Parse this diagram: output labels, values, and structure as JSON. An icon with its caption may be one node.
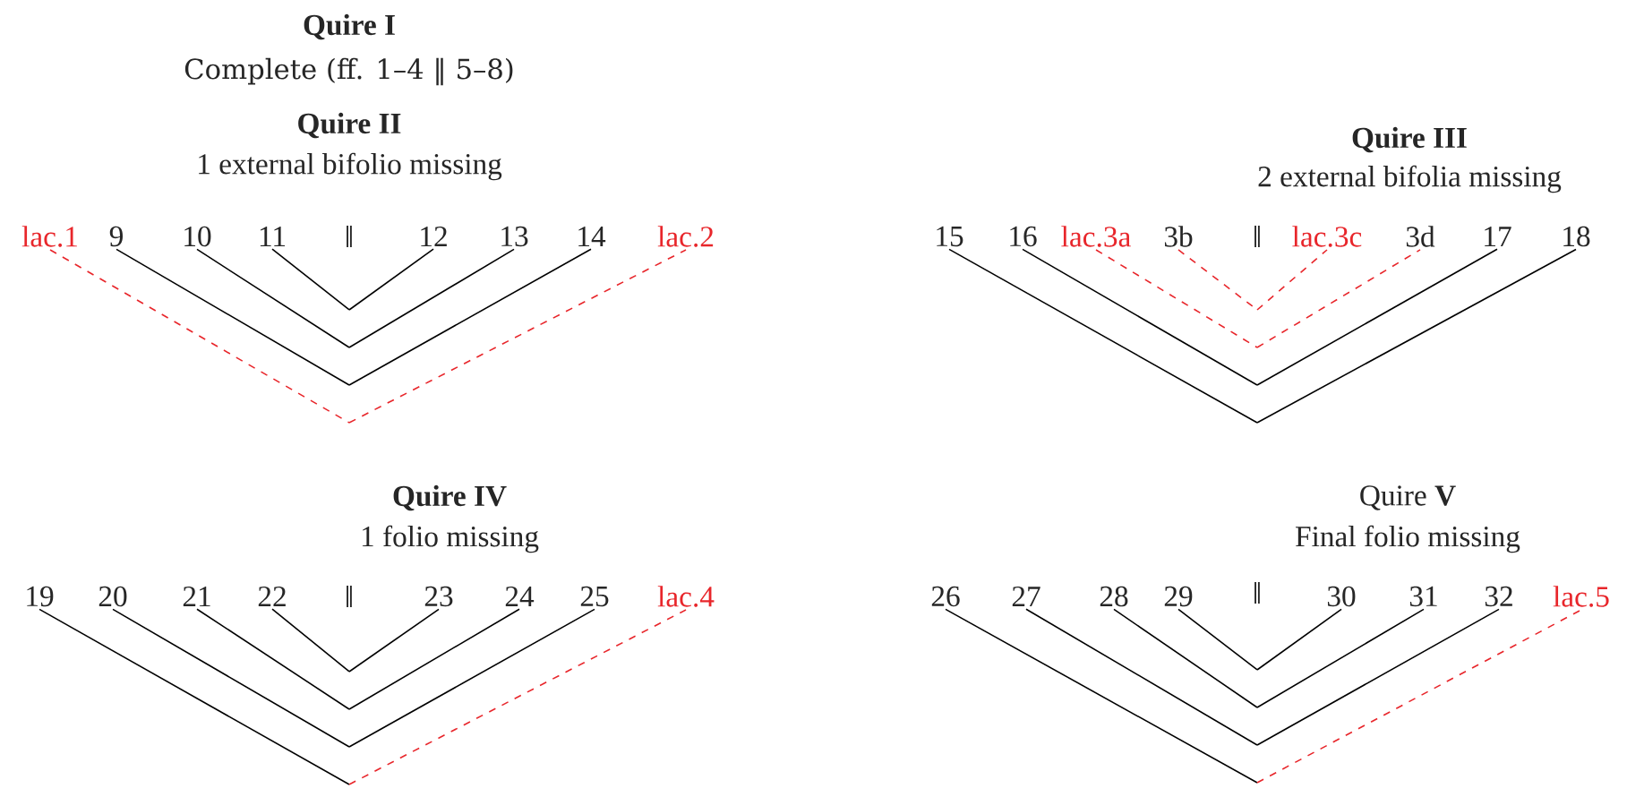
{
  "diagram": {
    "nodes": [
      {
        "text": [
          "lac.1"
        ]
      },
      {
        "text": [
          "9"
        ]
      },
      {
        "text": [
          "10"
        ]
      },
      {
        "text": [
          "11"
        ]
      },
      {
        "text": [
          "12"
        ]
      },
      {
        "text": [
          "13"
        ]
      },
      {
        "text": [
          "14"
        ]
      },
      {
        "text": [
          "lac.2"
        ]
      },
      {
        "text": [
          "15"
        ]
      },
      {
        "text": [
          "16"
        ]
      },
      {
        "text": [
          "lac.3a"
        ]
      },
      {
        "text": [
          "3b"
        ]
      },
      {
        "text": [
          "lac.3c"
        ]
      },
      {
        "text": [
          "3d"
        ]
      },
      {
        "text": [
          "17"
        ]
      },
      {
        "text": [
          "18"
        ]
      },
      {
        "text": [
          "19"
        ]
      },
      {
        "text": [
          "20"
        ]
      },
      {
        "text": [
          "21"
        ]
      },
      {
        "text": [
          "22"
        ]
      },
      {
        "text": [
          "23"
        ]
      },
      {
        "text": [
          "24"
        ]
      },
      {
        "text": [
          "25"
        ]
      },
      {
        "text": [
          "lac.4"
        ]
      },
      {
        "text": [
          "26"
        ]
      },
      {
        "text": [
          "27"
        ]
      },
      {
        "text": [
          "28"
        ]
      },
      {
        "text": [
          "29"
        ]
      },
      {
        "text": [
          "30"
        ]
      },
      {
        "text": [
          "31"
        ]
      },
      {
        "text": [
          "32"
        ]
      },
      {
        "text": [
          "lac.5"
        ]
      }
    ],
    "edges": [
      {
        "from": 0,
        "to": 7,
        "arrow": "none",
        "style": "dashed",
        "color": "#e8262b"
      },
      {
        "from": 1,
        "to": 6,
        "arrow": "none"
      },
      {
        "from": 2,
        "to": 5,
        "arrow": "none"
      },
      {
        "from": 3,
        "to": 4,
        "arrow": "none"
      },
      {
        "from": 8,
        "to": 15,
        "arrow": "none"
      },
      {
        "from": 9,
        "to": 14,
        "arrow": "none"
      },
      {
        "from": 10,
        "to": 13,
        "arrow": "none",
        "style": "dashed",
        "color": "#e8262b"
      },
      {
        "from": 11,
        "to": 12,
        "arrow": "none",
        "style": "dashed",
        "color": "#e8262b"
      },
      {
        "from": 16,
        "to": 23,
        "arrow": "none",
        "style": "dashed",
        "color": "#e8262b"
      },
      {
        "from": 17,
        "to": 22,
        "arrow": "none"
      },
      {
        "from": 18,
        "to": 21,
        "arrow": "none"
      },
      {
        "from": 19,
        "to": 20,
        "arrow": "none"
      },
      {
        "from": 24,
        "to": 31,
        "arrow": "none",
        "style": "dashed",
        "color": "#e8262b"
      },
      {
        "from": 25,
        "to": 30,
        "arrow": "none"
      },
      {
        "from": 26,
        "to": 29,
        "arrow": "none"
      },
      {
        "from": 27,
        "to": 28,
        "arrow": "none"
      }
    ],
    "labels": [
      "Quire I",
      "Complete (ff. 1–4 ‖ 5–8)",
      "Quire II",
      "1 external bifolio missing",
      "Quire III",
      "2 external bifolia missing",
      "‖",
      "‖",
      "Quire IV",
      "1 folio missing",
      "‖",
      "Quire **V**",
      "Final folio missing",
      "‖"
    ]
  }
}
